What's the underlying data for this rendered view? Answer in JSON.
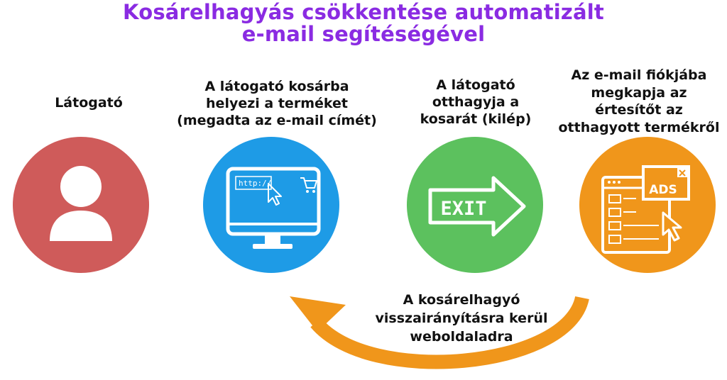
{
  "title": {
    "line1": "Kosárelhagyás csökkentése automatizált",
    "line2": "e-mail segítéségével"
  },
  "steps": [
    {
      "label_lines": [
        "Látogató"
      ],
      "color": "#cf5b5a",
      "icon": "user-icon"
    },
    {
      "label_lines": [
        "A látogató kosárba",
        "helyezi a terméket",
        "(megadta az e-mail címét)"
      ],
      "color": "#1e9be6",
      "icon": "computer-monitor-icon",
      "screen_text": "http://"
    },
    {
      "label_lines": [
        "A látogató",
        "otthagyja a",
        "kosarát (kilép)"
      ],
      "color": "#5cc15e",
      "icon": "exit-arrow-icon",
      "sign_text": "EXIT"
    },
    {
      "label_lines": [
        "Az e-mail fiókjába",
        "megkapja az",
        "értesítőt az",
        "otthagyott termékről"
      ],
      "color": "#f0961b",
      "icon": "email-ads-icon",
      "ad_text": "ADS"
    }
  ],
  "feedback": {
    "lines": [
      "A kosárelhagyó",
      "visszairányításra kerül",
      "weboldaladra"
    ],
    "color": "#f0961b"
  }
}
